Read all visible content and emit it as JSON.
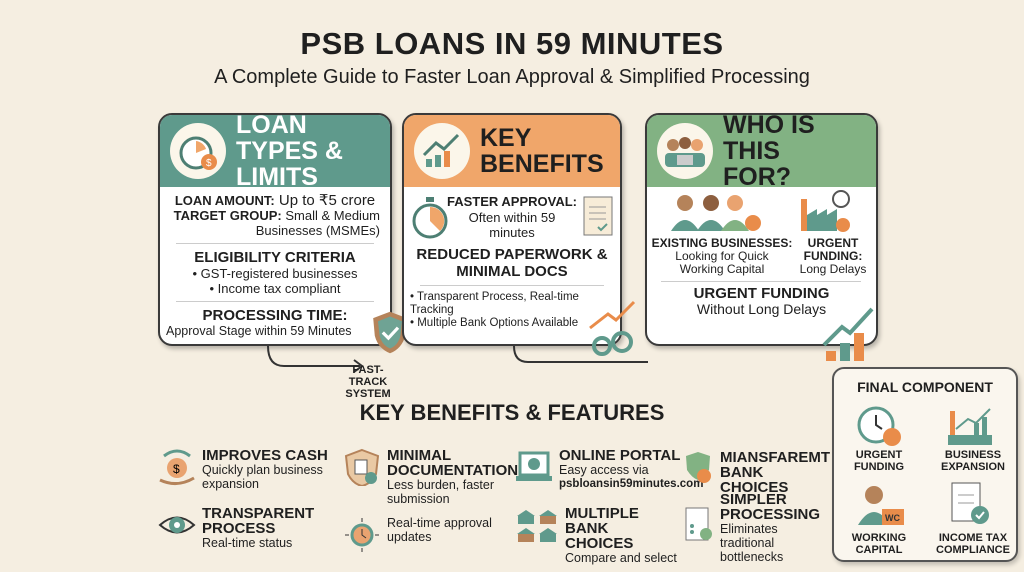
{
  "header": {
    "title": "PSB LOANS IN 59 MINUTES",
    "subtitle": "A Complete Guide to Faster Loan Approval & Simplified Processing"
  },
  "cards": {
    "loan_types": {
      "title": "LOAN TYPES & LIMITS",
      "loan_amount_label": "LOAN AMOUNT:",
      "loan_amount_value": "Up to ₹5 crore",
      "target_label": "TARGET GROUP:",
      "target_value": "Small & Medium Businesses (MSMEs)",
      "eligibility_title": "ELIGIBILITY CRITERIA",
      "eligibility": [
        "• GST-registered businesses",
        "• Income tax compliant"
      ],
      "processing_title": "PROCESSING TIME:",
      "processing_value": "Approval Stage within 59 Minutes"
    },
    "key_benefits": {
      "title": "KEY BENEFITS",
      "faster_label": "FASTER APPROVAL:",
      "faster_value": "Often within 59 minutes",
      "paperwork_title": "REDUCED PAPERWORK & MINIMAL DOCS",
      "bullets": [
        "• Transparent Process, Real-time Tracking",
        "• Multiple Bank Options Available"
      ]
    },
    "who": {
      "title": "WHO IS THIS FOR?",
      "existing_label": "EXISTING BUSINESSES:",
      "existing_value": "Looking for Quick Working Capital",
      "urgent_label": "URGENT FUNDING:",
      "urgent_value": "Long Delays",
      "footer_title": "URGENT FUNDING",
      "footer_value": "Without Long Delays"
    }
  },
  "fast_track": "FAST-TRACK SYSTEM",
  "features": {
    "heading": "KEY BENEFITS & FEATURES",
    "items": [
      {
        "title": "IMPROVES CASH",
        "desc": "Quickly plan business expansion"
      },
      {
        "title": "TRANSPARENT PROCESS",
        "desc": "Real-time status"
      },
      {
        "title": "MINIMAL DOCUMENTATION",
        "desc": "Less burden, faster submission"
      },
      {
        "title": "",
        "desc": "Real-time approval updates"
      },
      {
        "title": "ONLINE PORTAL",
        "desc": "Easy access via",
        "link": "psbloansin59minutes.com"
      },
      {
        "title": "MULTIPLE BANK CHOICES",
        "desc": "Compare and select"
      },
      {
        "title": "MIANSFAREMT BANK CHOICES",
        "desc": ""
      },
      {
        "title": "SIMPLER PROCESSING",
        "desc": "Eliminates traditional bottlenecks"
      }
    ]
  },
  "final": {
    "title": "FINAL COMPONENT",
    "items": [
      "URGENT FUNDING",
      "BUSINESS EXPANSION",
      "WORKING CAPITAL",
      "INCOME TAX COMPLIANCE"
    ]
  },
  "colors": {
    "teal": "#5f9a8c",
    "orange": "#f0a66a",
    "green": "#82b283",
    "bg": "#f5eee1"
  }
}
